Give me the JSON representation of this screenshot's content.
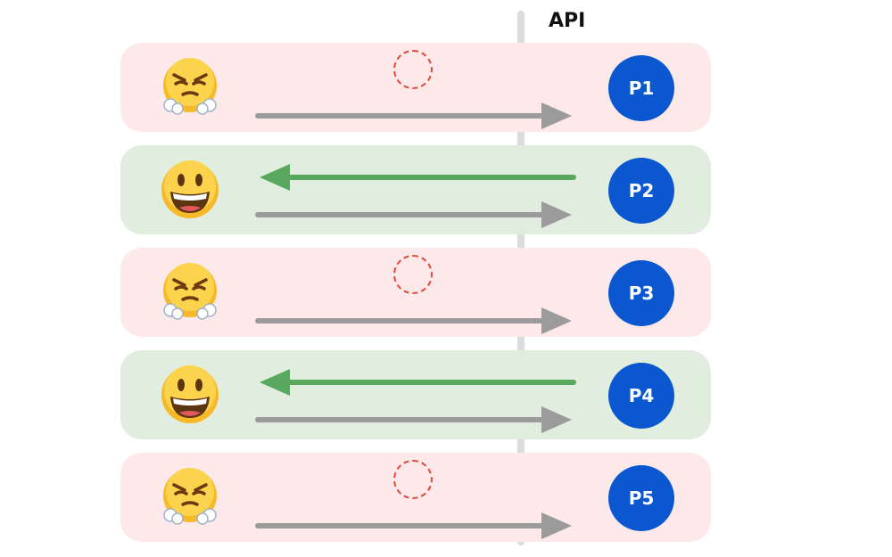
{
  "api": {
    "label": "API"
  },
  "colors": {
    "failure_row": "#fde9e9",
    "success_row": "#e1eedf",
    "node": "#0a57d0",
    "request_arrow": "#9b9b9b",
    "response_arrow": "#5aa860",
    "pending_circle": "#e04a3c"
  },
  "rows": [
    {
      "node_label": "P1",
      "status": "failure",
      "face_icon": "face-with-steam-from-nose",
      "has_response": false,
      "pending": true
    },
    {
      "node_label": "P2",
      "status": "success",
      "face_icon": "grinning-face",
      "has_response": true,
      "pending": false
    },
    {
      "node_label": "P3",
      "status": "failure",
      "face_icon": "face-with-steam-from-nose",
      "has_response": false,
      "pending": true
    },
    {
      "node_label": "P4",
      "status": "success",
      "face_icon": "grinning-face",
      "has_response": true,
      "pending": false
    },
    {
      "node_label": "P5",
      "status": "failure",
      "face_icon": "face-with-steam-from-nose",
      "has_response": false,
      "pending": true
    }
  ]
}
